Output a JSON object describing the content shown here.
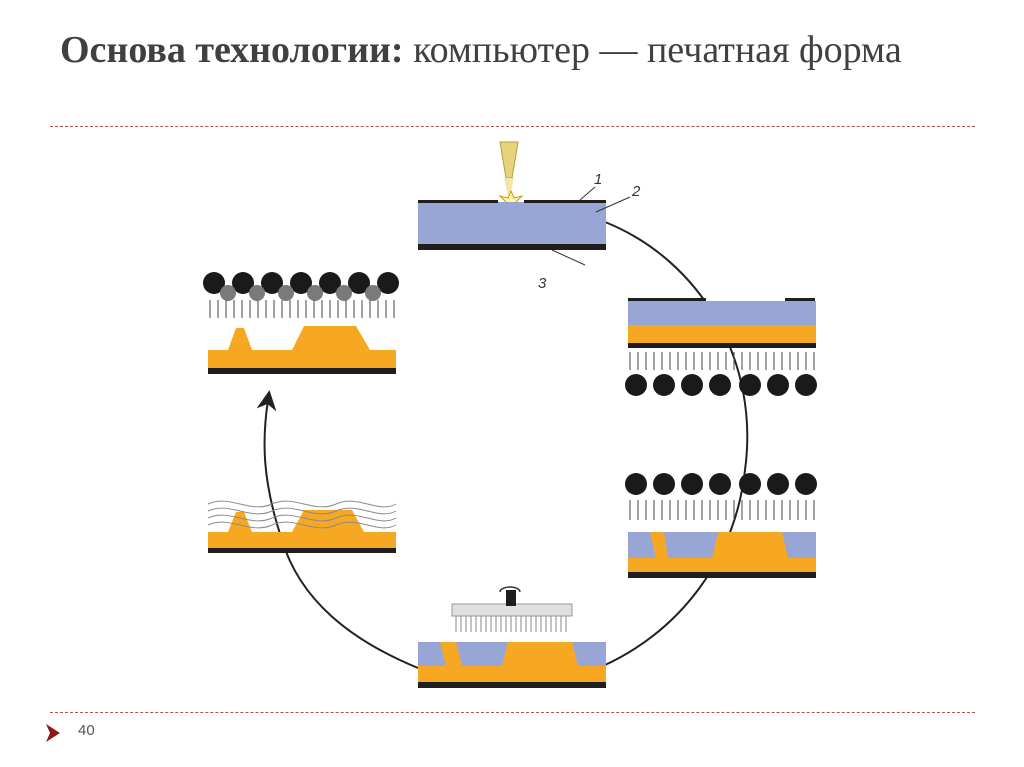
{
  "title": {
    "bold": "Основа технологии:",
    "rest": " компьютер — печатная форма"
  },
  "labels": {
    "l1": "1",
    "l2": "2",
    "l3": "3"
  },
  "slide_number": "40",
  "colors": {
    "plate_blue": "#98a6d6",
    "photopolymer_orange": "#f7a823",
    "base_black": "#1e1e1e",
    "accent_red": "#8b1a1a",
    "rule_color": "#b05050"
  }
}
